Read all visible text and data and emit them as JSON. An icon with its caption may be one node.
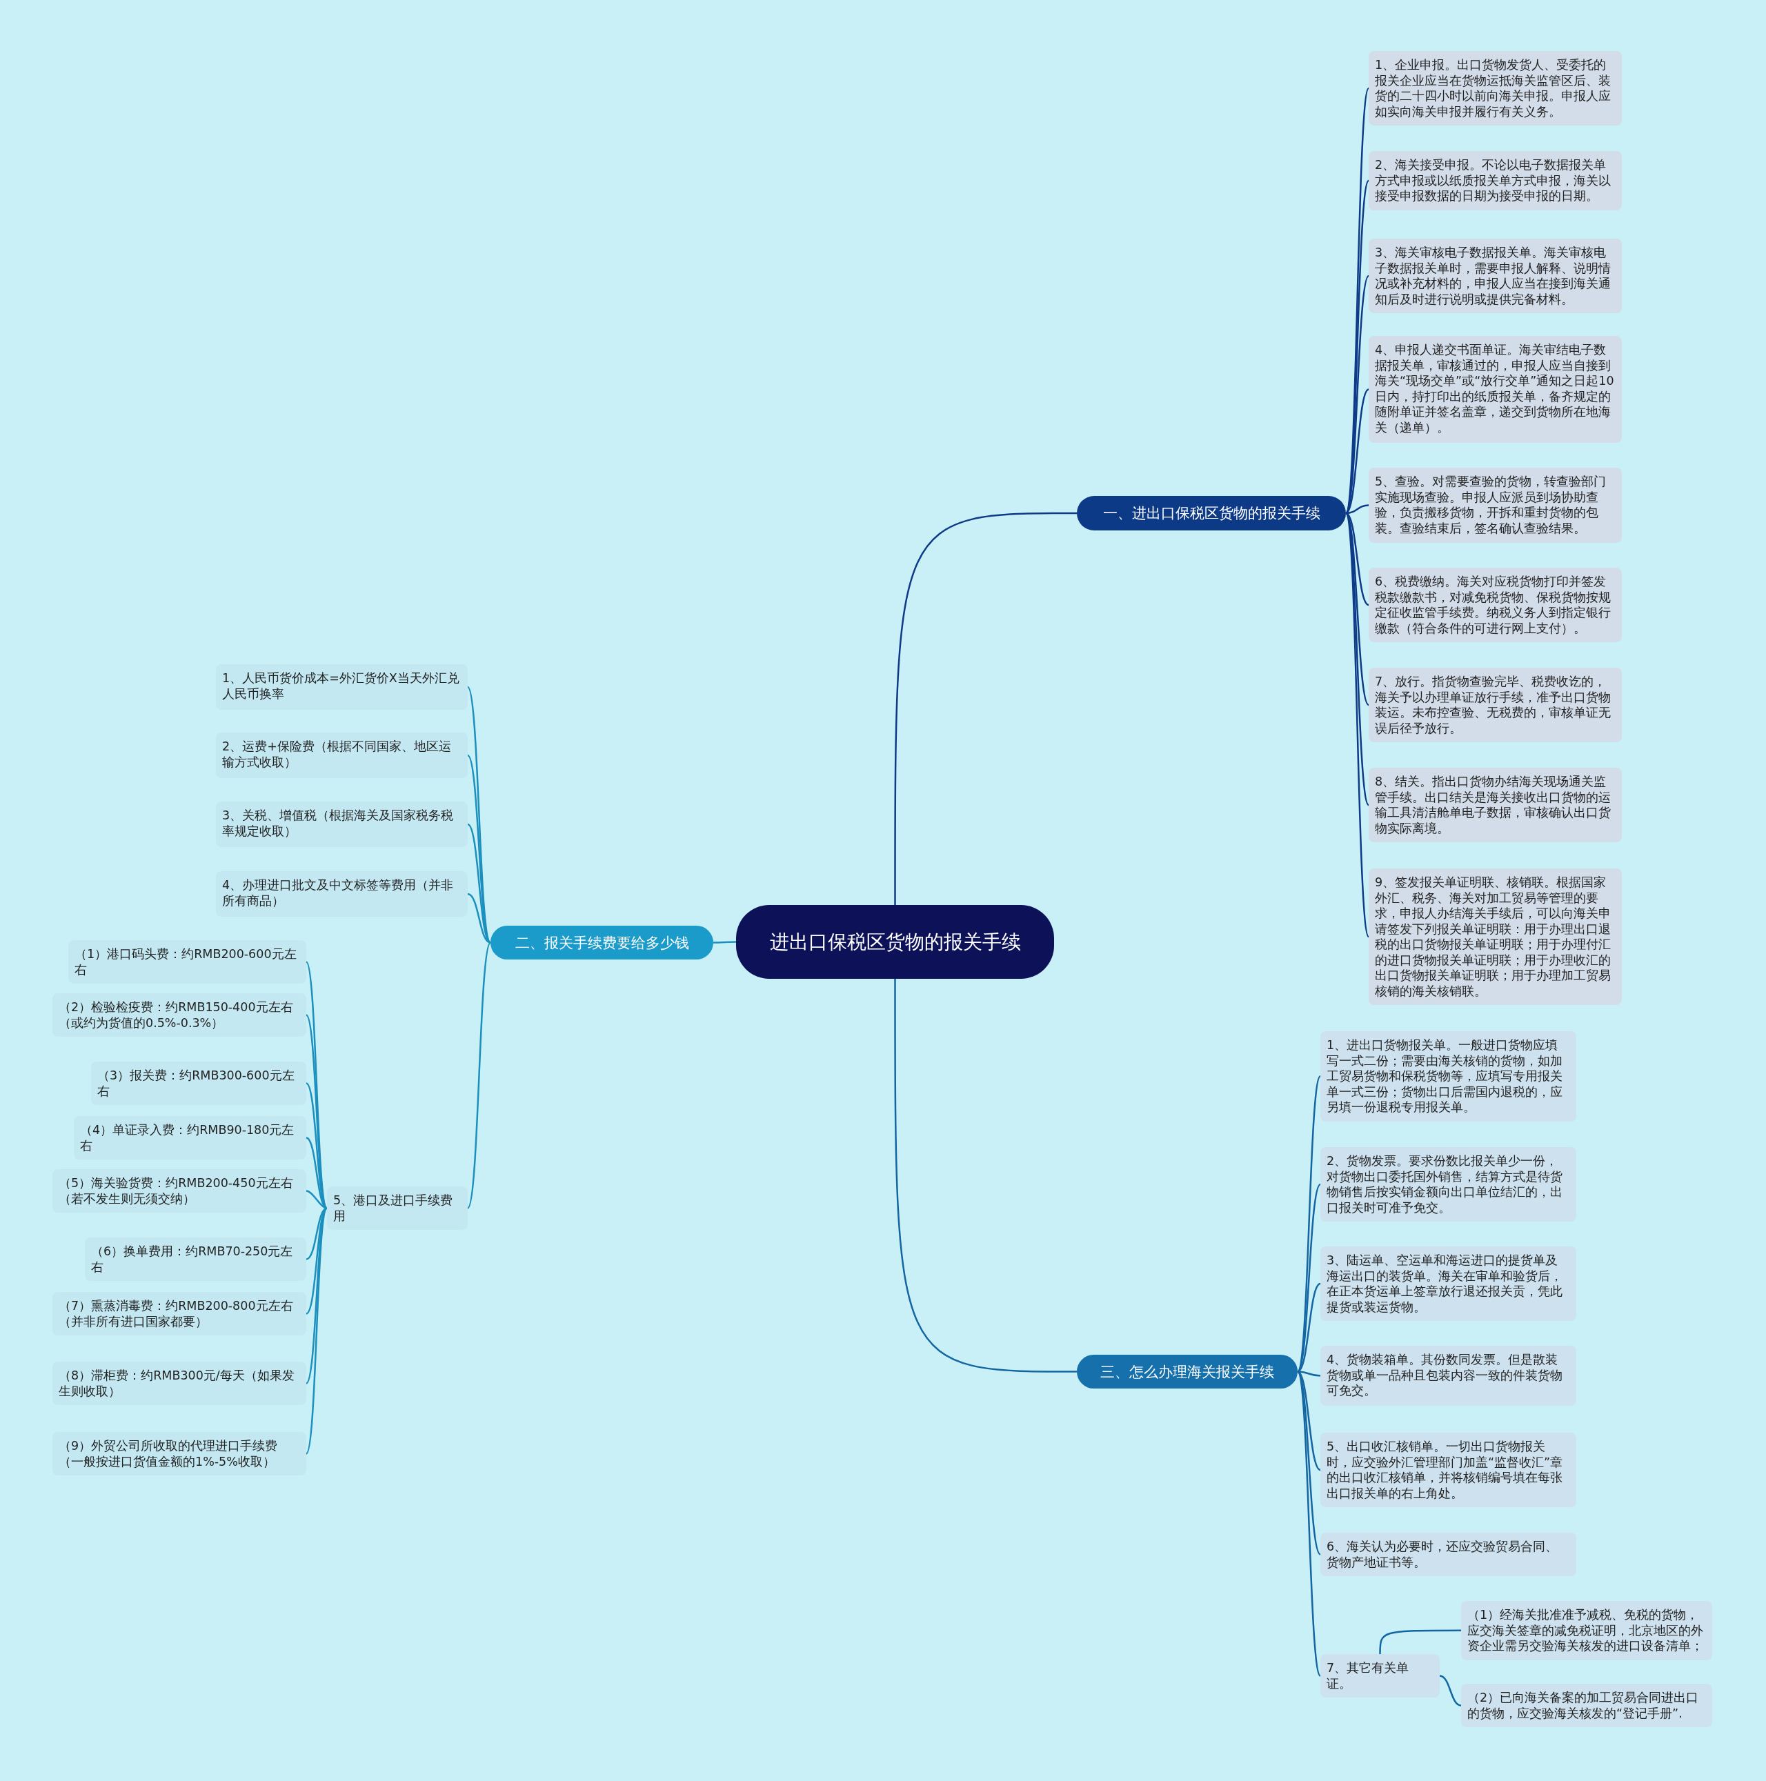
{
  "diagram": {
    "nodes": [
      {
        "text": [
          "进出口保税区货物的报关手续"
        ]
      },
      {
        "text": [
          "一、进出口保税区货物的报关手续"
        ]
      },
      {
        "text": [
          "1、企业申报。出口货物发货人、受委托的报关企业应当在货物运抵海关监管区后、装货的二十四小时以前向海关申报。申报人应如实向海关申报并履行有关义务。"
        ]
      },
      {
        "text": [
          "2、海关接受申报。不论以电子数据报关单方式申报或以纸质报关单方式申报，海关以接受申报数据的日期为接受申报的日期。"
        ]
      },
      {
        "text": [
          "3、海关审核电子数据报关单。海关审核电子数据报关单时，需要申报人解释、说明情况或补充材料的，申报人应当在接到海关通知后及时进行说明或提供完备材料。"
        ]
      },
      {
        "text": [
          "4、申报人递交书面单证。海关审结电子数据报关单，审核通过的，申报人应当自接到海关“现场交单”或“放行交单”通知之日起10日内，持打印出的纸质报关单，备齐规定的随附单证并签名盖章，递交到货物所在地海关（递单）。"
        ]
      },
      {
        "text": [
          "5、查验。对需要查验的货物，转查验部门实施现场查验。申报人应派员到场协助查验，负责搬移货物，开拆和重封货物的包装。查验结束后，签名确认查验结果。"
        ]
      },
      {
        "text": [
          "6、税费缴纳。海关对应税货物打印并签发税款缴款书，对减免税货物、保税货物按规定征收监管手续费。纳税义务人到指定银行缴款（符合条件的可进行网上支付）。"
        ]
      },
      {
        "text": [
          "7、放行。指货物查验完毕、税费收讫的，海关予以办理单证放行手续，准予出口货物装运。未布控查验、无税费的，审核单证无误后径予放行。"
        ]
      },
      {
        "text": [
          "8、结关。指出口货物办结海关现场通关监管手续。出口结关是海关接收出口货物的运输工具清洁舱单电子数据，审核确认出口货物实际离境。"
        ]
      },
      {
        "text": [
          "9、签发报关单证明联、核销联。根据国家外汇、税务、海关对加工贸易等管理的要求，申报人办结海关手续后，可以向海关申请签发下列报关单证明联：用于办理出口退税的出口货物报关单证明联；用于办理付汇的进口货物报关单证明联；用于办理收汇的出口货物报关单证明联；用于办理加工贸易核销的海关核销联。"
        ]
      },
      {
        "text": [
          "二、报关手续费要给多少钱"
        ]
      },
      {
        "text": [
          "1、人民币货价成本=外汇货价X当天外汇兑人民币换率"
        ]
      },
      {
        "text": [
          "2、运费+保险费（根据不同国家、地区运输方式收取）"
        ]
      },
      {
        "text": [
          "3、关税、增值税（根据海关及国家税务税率规定收取）"
        ]
      },
      {
        "text": [
          "4、办理进口批文及中文标签等费用（并非所有商品）"
        ]
      },
      {
        "text": [
          "5、港口及进口手续费用"
        ]
      },
      {
        "text": [
          "（1）港口码头费：约RMB200-600元左右"
        ]
      },
      {
        "text": [
          "（2）检验检疫费：约RMB150-400元左右（或约为货值的0.5%-0.3%）"
        ]
      },
      {
        "text": [
          "（3）报关费：约RMB300-600元左右"
        ]
      },
      {
        "text": [
          "（4）单证录入费：约RMB90-180元左右"
        ]
      },
      {
        "text": [
          "（5）海关验货费：约RMB200-450元左右（若不发生则无须交纳）"
        ]
      },
      {
        "text": [
          "（6）换单费用：约RMB70-250元左右"
        ]
      },
      {
        "text": [
          "（7）熏蒸消毒费：约RMB200-800元左右（并非所有进口国家都要）"
        ]
      },
      {
        "text": [
          "（8）滞柜费：约RMB300元/每天（如果发生则收取）"
        ]
      },
      {
        "text": [
          "（9）外贸公司所收取的代理进口手续费（一般按进口货值金额的1%-5%收取）"
        ]
      },
      {
        "text": [
          "三、怎么办理海关报关手续"
        ]
      },
      {
        "text": [
          "1、进出口货物报关单。一般进口货物应填写一式二份；需要由海关核销的货物，如加工贸易货物和保税货物等，应填写专用报关单一式三份；货物出口后需国内退税的，应另填一份退税专用报关单。"
        ]
      },
      {
        "text": [
          "2、货物发票。要求份数比报关单少一份，对货物出口委托国外销售，结算方式是待货物销售后按实销金额向出口单位结汇的，出口报关时可准予免交。"
        ]
      },
      {
        "text": [
          "3、陆运单、空运单和海运进口的提货单及海运出口的装货单。海关在审单和验货后，在正本货运单上签章放行退还报关贡，凭此提货或装运货物。"
        ]
      },
      {
        "text": [
          "4、货物装箱单。其份数同发票。但是散装货物或单一品种且包装内容一致的件装货物可免交。"
        ]
      },
      {
        "text": [
          "5、出口收汇核销单。一切出口货物报关时，应交验外汇管理部门加盖“监督收汇”章的出口收汇核销单，并将核销编号填在每张出口报关单的右上角处。"
        ]
      },
      {
        "text": [
          "6、海关认为必要时，还应交验贸易合同、货物产地证书等。"
        ]
      },
      {
        "text": [
          "7、其它有关单证。"
        ]
      },
      {
        "text": [
          "（1）经海关批准准予减税、免税的货物，应交海关签章的减免税证明，北京地区的外资企业需另交验海关核发的进口设备清单；"
        ]
      },
      {
        "text": [
          "（2）已向海关备案的加工贸易合同进出口的货物，应交验海关核发的“登记手册”."
        ]
      }
    ],
    "edges": [
      {
        "from": 0,
        "to": 1,
        "arrow": "none",
        "color": "#0e3b87"
      },
      {
        "from": 1,
        "to": 2,
        "arrow": "none",
        "color": "#0e3b87"
      },
      {
        "from": 1,
        "to": 3,
        "arrow": "none",
        "color": "#0e3b87"
      },
      {
        "from": 1,
        "to": 4,
        "arrow": "none",
        "color": "#0e3b87"
      },
      {
        "from": 1,
        "to": 5,
        "arrow": "none",
        "color": "#0e3b87"
      },
      {
        "from": 1,
        "to": 6,
        "arrow": "none",
        "color": "#0e3b87"
      },
      {
        "from": 1,
        "to": 7,
        "arrow": "none",
        "color": "#0e3b87"
      },
      {
        "from": 1,
        "to": 8,
        "arrow": "none",
        "color": "#0e3b87"
      },
      {
        "from": 1,
        "to": 9,
        "arrow": "none",
        "color": "#0e3b87"
      },
      {
        "from": 1,
        "to": 10,
        "arrow": "none",
        "color": "#0e3b87"
      },
      {
        "from": 0,
        "to": 11,
        "arrow": "none"
      },
      {
        "from": 11,
        "to": 12,
        "arrow": "none"
      },
      {
        "from": 11,
        "to": 13,
        "arrow": "none"
      },
      {
        "from": 11,
        "to": 14,
        "arrow": "none"
      },
      {
        "from": 11,
        "to": 15,
        "arrow": "none"
      },
      {
        "from": 11,
        "to": 16,
        "arrow": "none"
      },
      {
        "from": 16,
        "to": 17,
        "arrow": "none"
      },
      {
        "from": 16,
        "to": 18,
        "arrow": "none"
      },
      {
        "from": 16,
        "to": 19,
        "arrow": "none"
      },
      {
        "from": 16,
        "to": 20,
        "arrow": "none"
      },
      {
        "from": 16,
        "to": 21,
        "arrow": "none"
      },
      {
        "from": 16,
        "to": 22,
        "arrow": "none"
      },
      {
        "from": 16,
        "to": 23,
        "arrow": "none"
      },
      {
        "from": 16,
        "to": 24,
        "arrow": "none"
      },
      {
        "from": 16,
        "to": 25,
        "arrow": "none"
      },
      {
        "from": 0,
        "to": 26,
        "arrow": "none",
        "color": "#1466a3"
      },
      {
        "from": 26,
        "to": 27,
        "arrow": "none",
        "color": "#1466a3"
      },
      {
        "from": 26,
        "to": 28,
        "arrow": "none",
        "color": "#1466a3"
      },
      {
        "from": 26,
        "to": 29,
        "arrow": "none",
        "color": "#1466a3"
      },
      {
        "from": 26,
        "to": 30,
        "arrow": "none",
        "color": "#1466a3"
      },
      {
        "from": 26,
        "to": 31,
        "arrow": "none",
        "color": "#1466a3"
      },
      {
        "from": 26,
        "to": 32,
        "arrow": "none",
        "color": "#1466a3"
      },
      {
        "from": 26,
        "to": 33,
        "arrow": "none",
        "color": "#1466a3"
      },
      {
        "from": 33,
        "to": 34,
        "arrow": "none",
        "color": "#1466a3"
      },
      {
        "from": 33,
        "to": 35,
        "arrow": "none",
        "color": "#1466a3"
      }
    ]
  }
}
